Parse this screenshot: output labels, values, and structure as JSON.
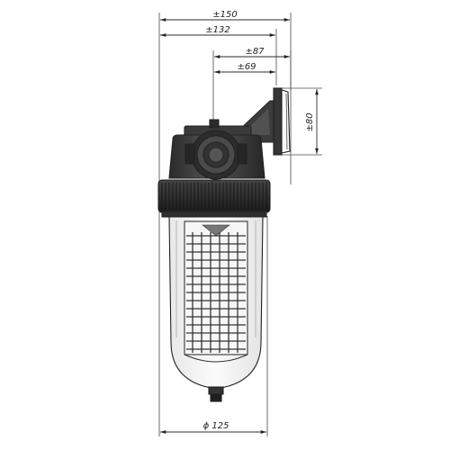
{
  "dimensions": {
    "overall_width": "±150",
    "body_width": "±132",
    "mount_offset_outer": "±87",
    "mount_offset_inner": "±69",
    "bracket_height": "±80",
    "bowl_diameter": "ϕ 125"
  },
  "colors": {
    "head": "#3a3a3a",
    "head_dark": "#1f1f1f",
    "bracket": "#3c3c3c",
    "bowl_fill": "#f2f2f2",
    "mesh_line": "#333333",
    "line": "#2b2b2b"
  }
}
